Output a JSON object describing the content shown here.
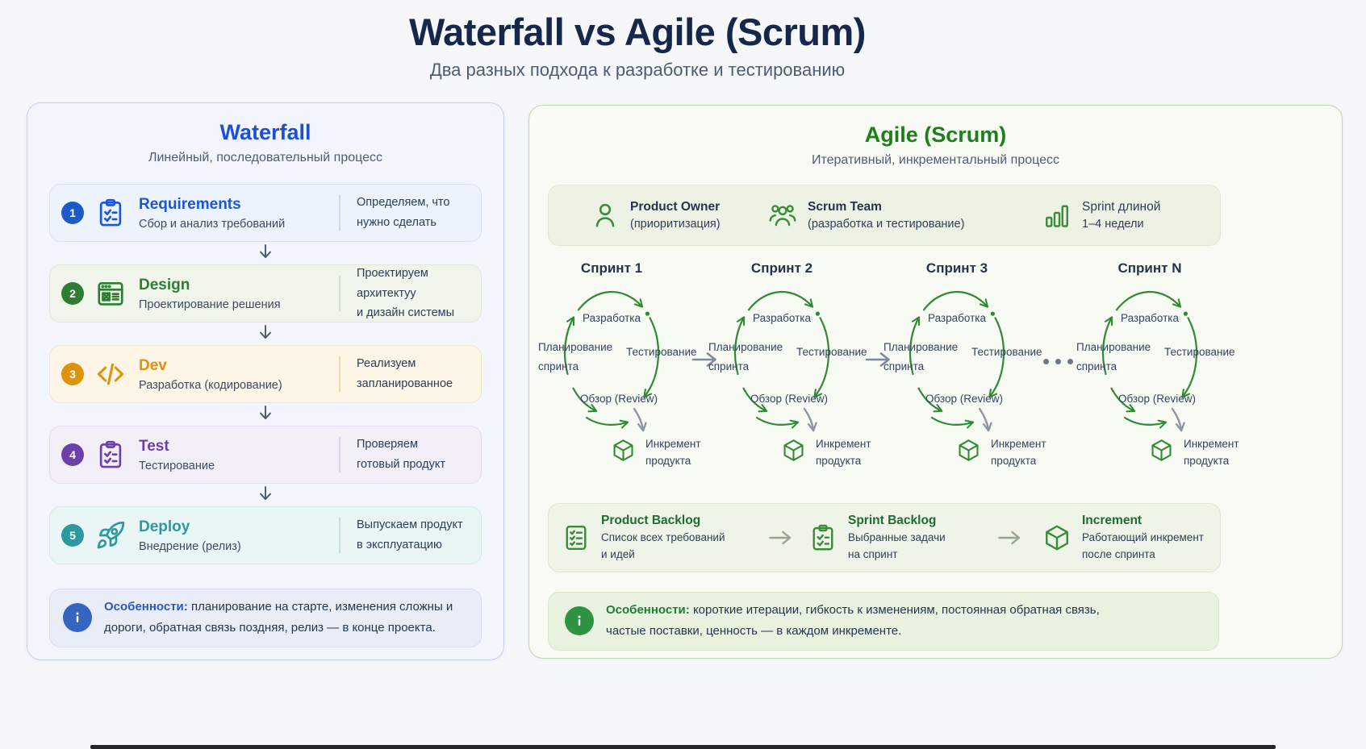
{
  "page": {
    "title": "Waterfall vs Agile (Scrum)",
    "subtitle": "Два разных подхода к разработке и тестированию"
  },
  "colors": {
    "waterfall_accent": "#1b50d4",
    "agile_accent": "#1e7e1e",
    "stage_accents": [
      "#1a56db",
      "#2e7d32",
      "#df930d",
      "#6d3fa8",
      "#2b9aa0"
    ]
  },
  "waterfall": {
    "title": "Waterfall",
    "subtitle": "Линейный, последовательный процесс",
    "stages": [
      {
        "num": "1",
        "name": "Requirements",
        "desc": "Сбор и анализ требований",
        "note1": "Определяем, что",
        "note2": "нужно сделать",
        "icon": "clipboard-check-icon"
      },
      {
        "num": "2",
        "name": "Design",
        "desc": "Проектирование решения",
        "note1": "Проектируем архитектуу",
        "note2": "и дизайн системы",
        "icon": "browser-layout-icon"
      },
      {
        "num": "3",
        "name": "Dev",
        "desc": "Разработка (кодирование)",
        "note1": "Реализуем",
        "note2": "запланированное",
        "icon": "code-icon"
      },
      {
        "num": "4",
        "name": "Test",
        "desc": "Тестирование",
        "note1": "Проверяем",
        "note2": "готовый продукт",
        "icon": "clipboard-check-icon"
      },
      {
        "num": "5",
        "name": "Deploy",
        "desc": "Внедрение (релиз)",
        "note1": "Выпускаем продукт",
        "note2": "в эксплуатацию",
        "icon": "rocket-icon"
      }
    ],
    "note_label": "Особенности:",
    "note_text": "планирование на старте, изменения сложны и дороги, обратная связь поздняя, релиз — в конце проекта."
  },
  "agile": {
    "title": "Agile (Scrum)",
    "subtitle": "Итеративный, инкрементальный процесс",
    "roles": [
      {
        "name": "Product Owner",
        "desc": "(приоритизация)",
        "icon": "person-icon"
      },
      {
        "name": "Scrum Team",
        "desc": "(разработка и тестирование)",
        "icon": "team-icon"
      },
      {
        "name": "Sprint длиной",
        "desc": "1–4 недели",
        "icon": "bar-chart-icon"
      }
    ],
    "sprints": [
      "Спринт 1",
      "Спринт 2",
      "Спринт 3",
      "Спринт N"
    ],
    "cycle": {
      "top": "Разработка",
      "left1": "Планирование",
      "left2": "спринта",
      "right": "Тестирование",
      "bottom": "Обзор (Review)",
      "inc1": "Инкремент",
      "inc2": "продукта"
    },
    "flow": [
      {
        "name": "Product Backlog",
        "desc1": "Список всех требований",
        "desc2": "и идей",
        "icon": "checklist-icon"
      },
      {
        "name": "Sprint Backlog",
        "desc1": "Выбранные задачи",
        "desc2": "на спринт",
        "icon": "clipboard-check-icon"
      },
      {
        "name": "Increment",
        "desc1": "Работающий инкремент",
        "desc2": "после спринта",
        "icon": "package-icon"
      }
    ],
    "note_label": "Особенности:",
    "note_text": "короткие итерации, гибкость к изменениям, постоянная обратная связь, частые поставки, ценность — в каждом инкременте."
  }
}
